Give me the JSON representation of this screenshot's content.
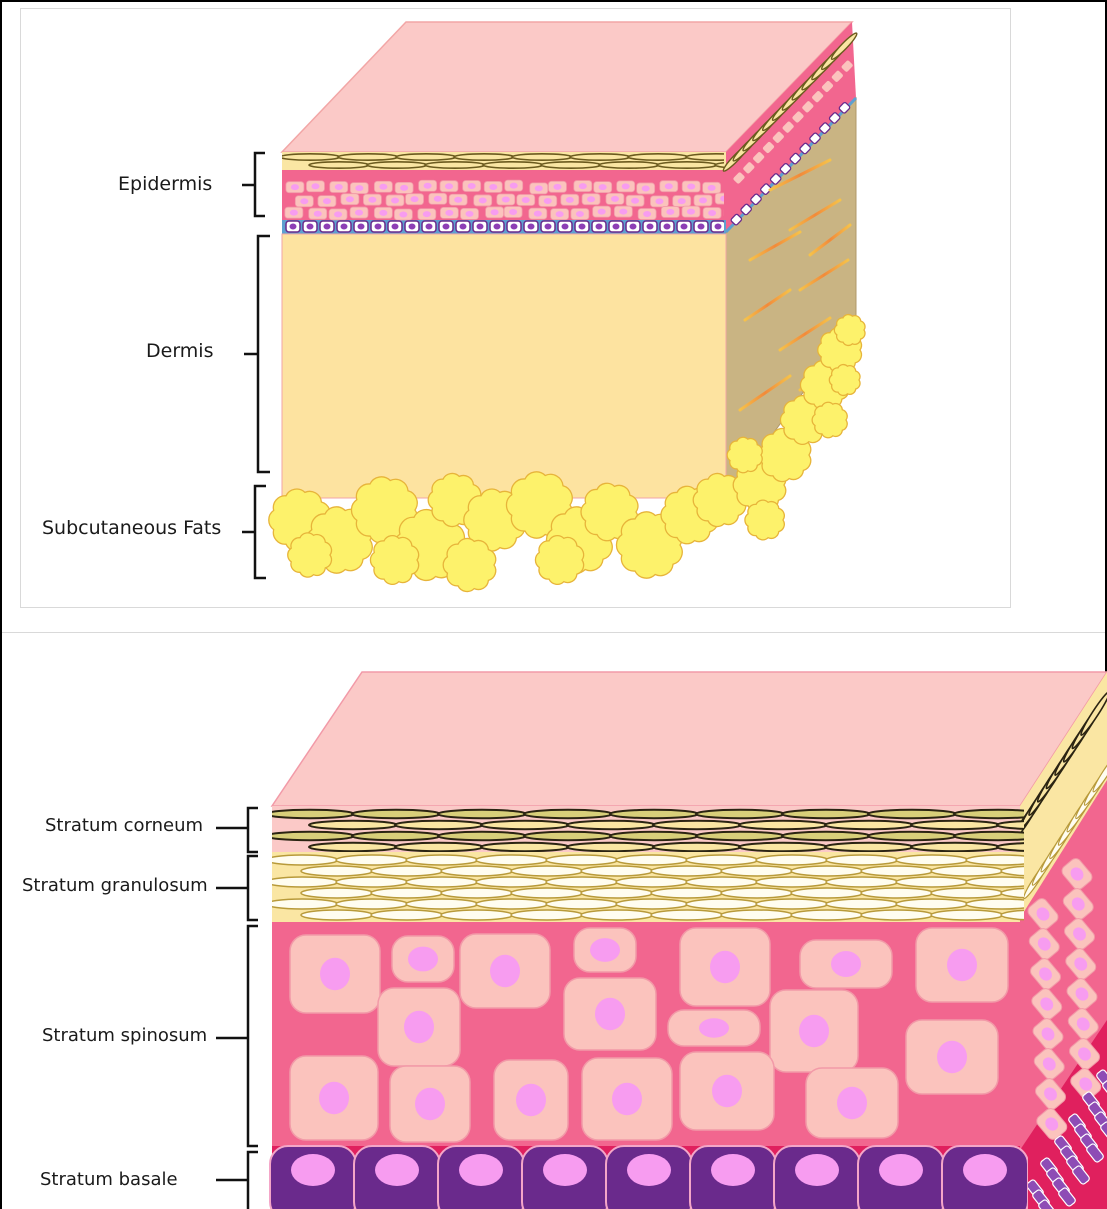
{
  "top_diagram": {
    "labels": {
      "epidermis": "Epidermis",
      "dermis": "Dermis",
      "subcutaneous": "Subcutaneous Fats"
    }
  },
  "bottom_diagram": {
    "labels": {
      "corneum": "Stratum corneum",
      "granulosum": "Stratum granulosum",
      "spinosum": "Stratum spinosum",
      "basale": "Stratum basale"
    }
  },
  "colors": {
    "skin_top": "#fbc9c7",
    "spinosum": "#f2668f",
    "cell": "#fbc3bd",
    "nucleus": "#f79cf0",
    "basal_cell": "#6a2a8c",
    "dermis": "#fde3a0",
    "dermis_side": "#c9b483",
    "fat": "#fdf26b",
    "granulosum": "#fae6a3"
  }
}
